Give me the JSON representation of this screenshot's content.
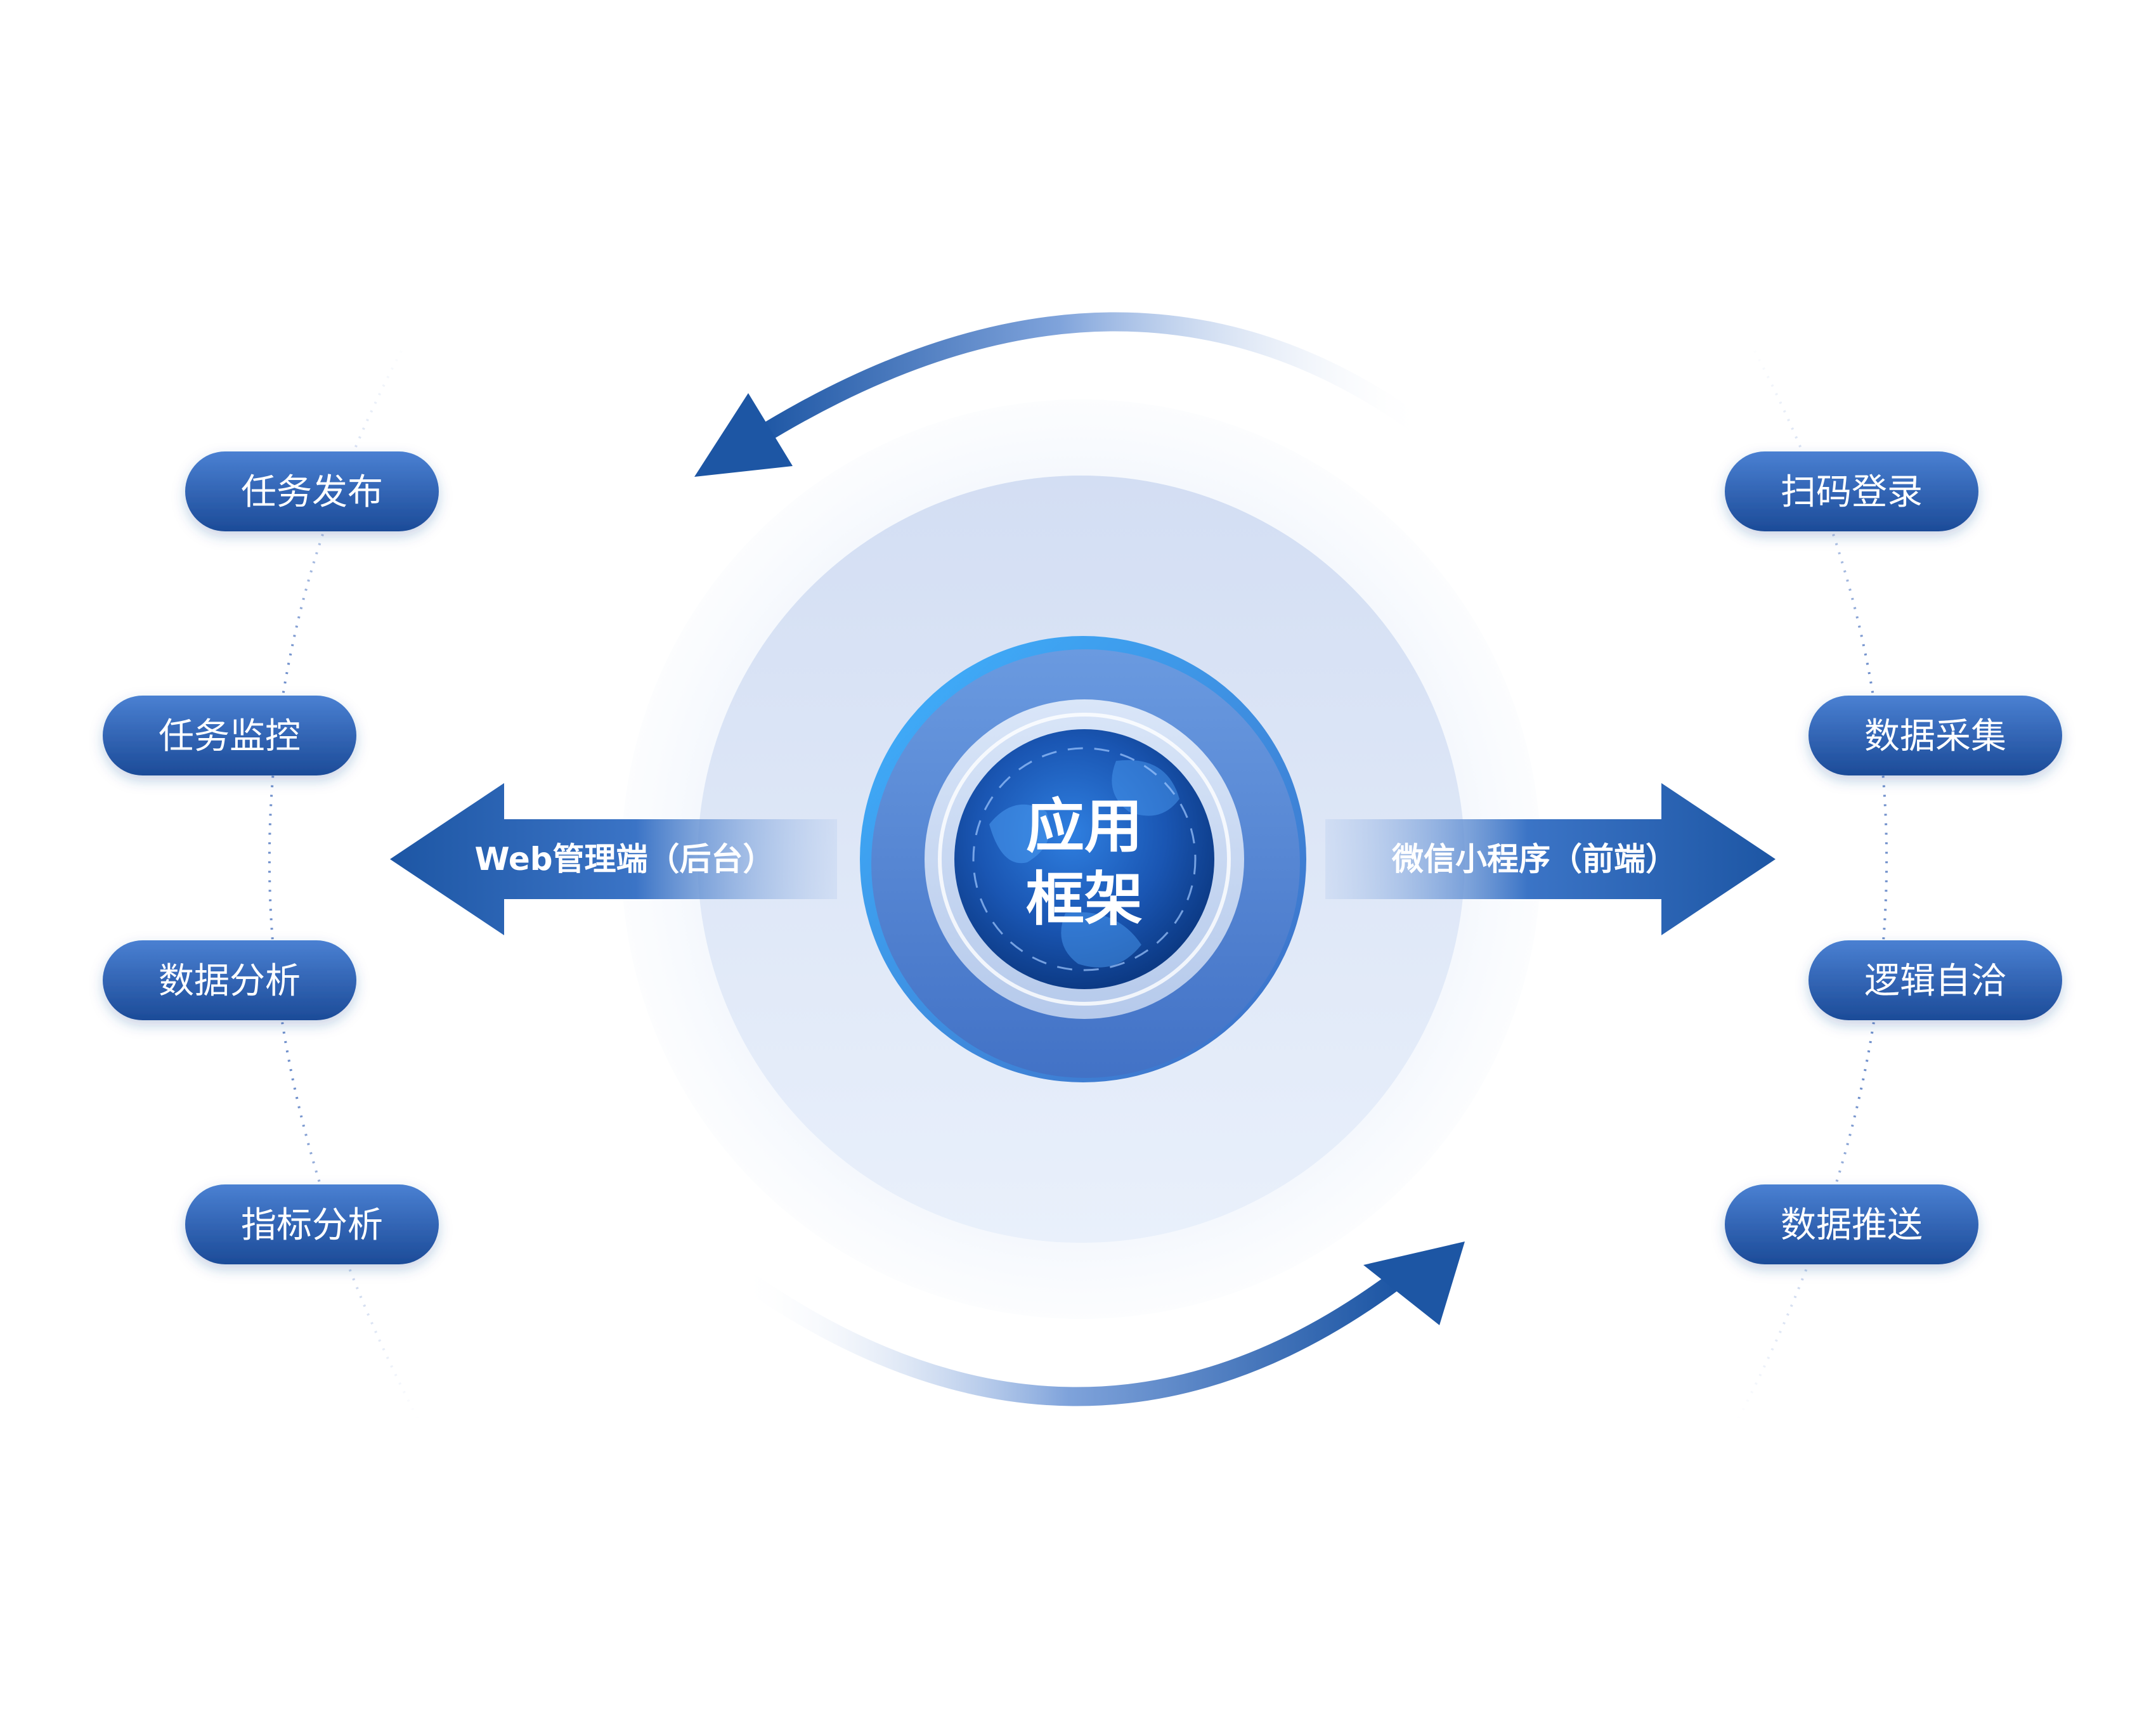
{
  "center": {
    "line1": "应用",
    "line2": "框架"
  },
  "left_arrow": {
    "label": "Web管理端（后台）"
  },
  "right_arrow": {
    "label": "微信小程序（前端）"
  },
  "left_items": [
    {
      "label": "任务发布"
    },
    {
      "label": "任务监控"
    },
    {
      "label": "数据分析"
    },
    {
      "label": "指标分析"
    }
  ],
  "right_items": [
    {
      "label": "扫码登录"
    },
    {
      "label": "数据采集"
    },
    {
      "label": "逻辑自洽"
    },
    {
      "label": "数据推送"
    }
  ],
  "colors": {
    "pill_top": "#3d74c7",
    "pill_bottom": "#1d4d9c",
    "arrow_dark": "#1d5aa7",
    "center_blue": "#4a7fd1",
    "halo": "#d6e2f6"
  }
}
